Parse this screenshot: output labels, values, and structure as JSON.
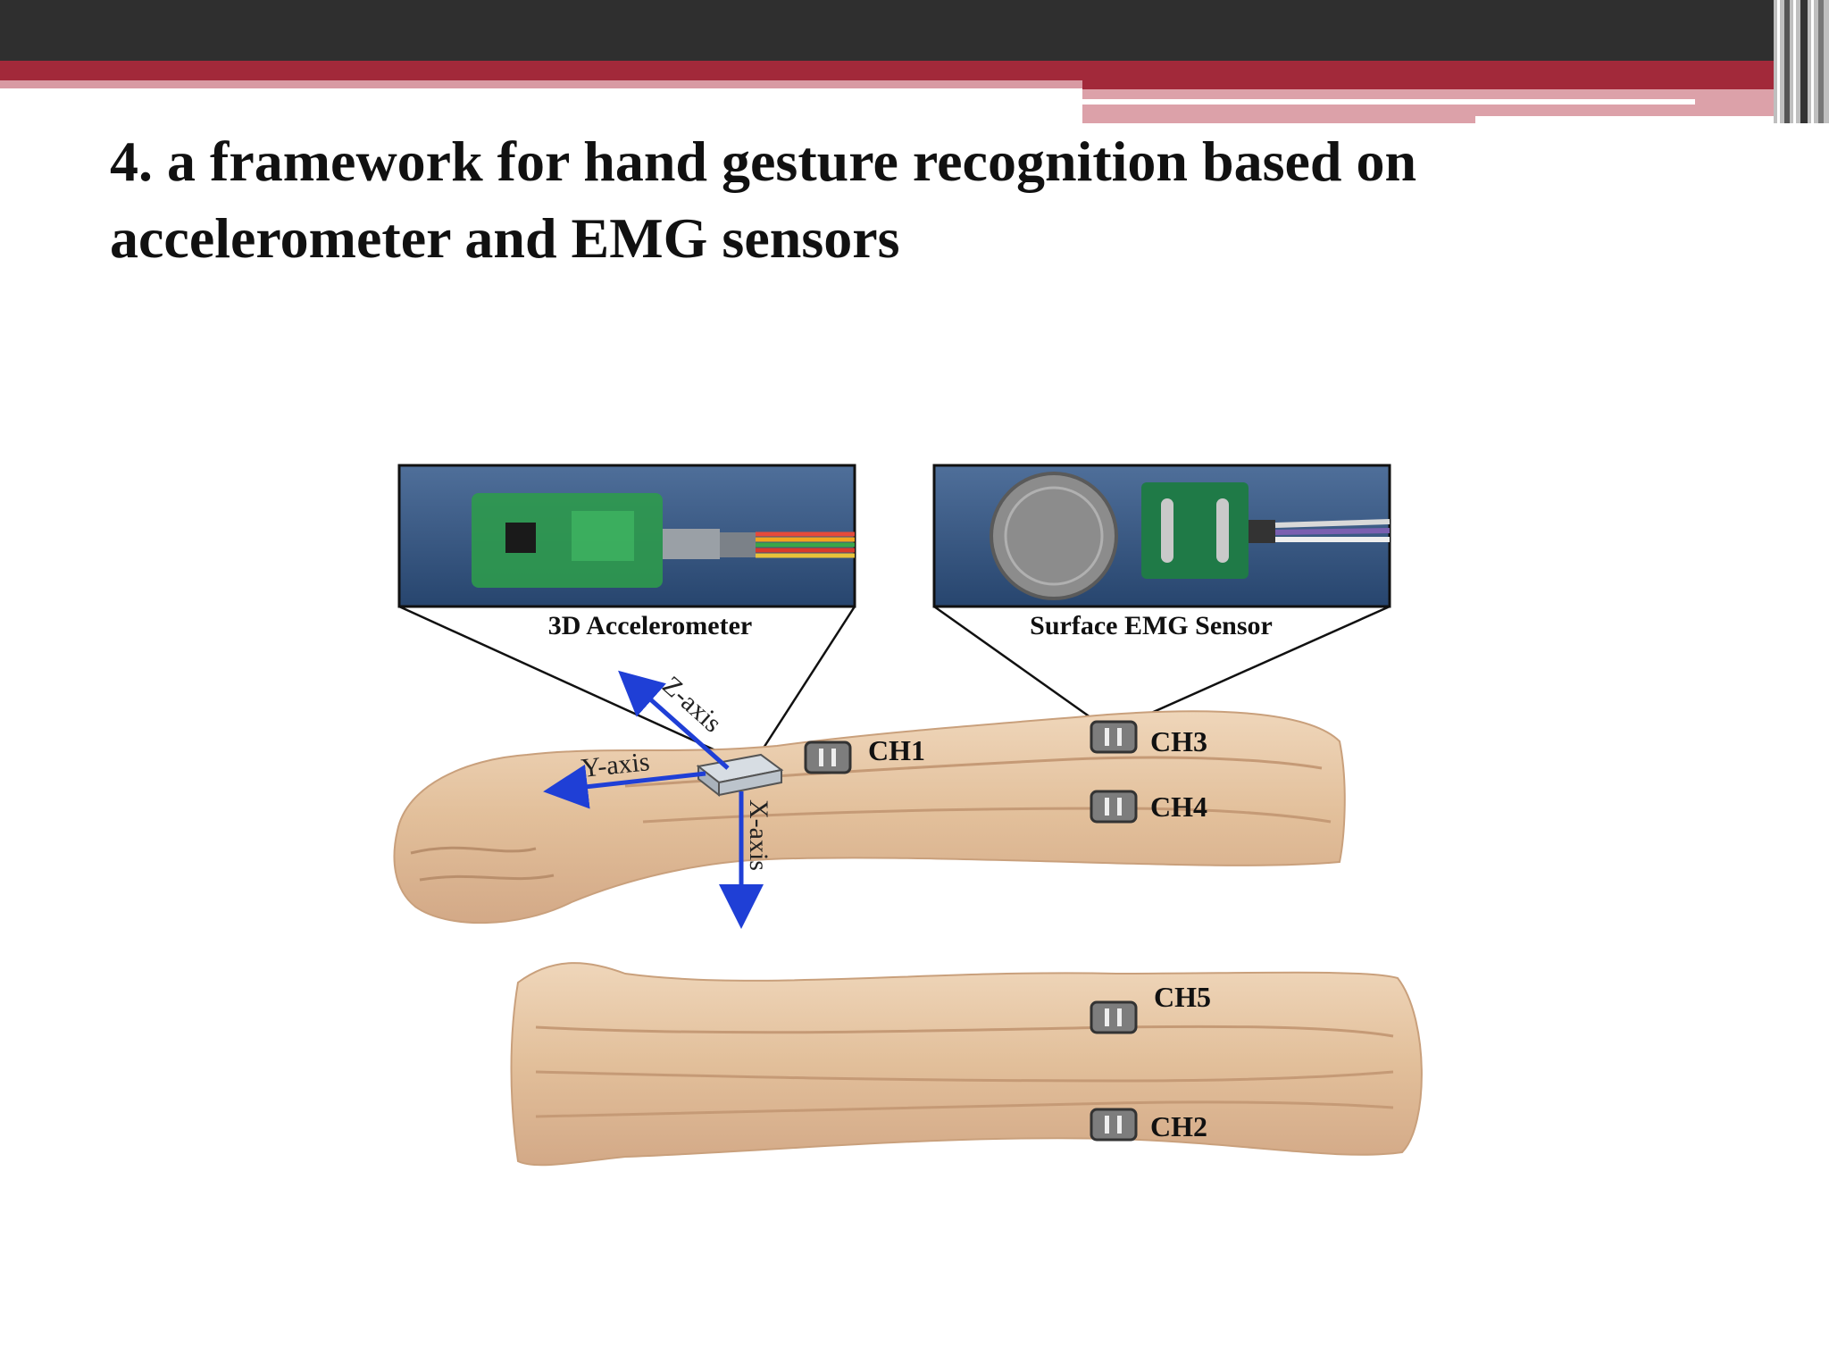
{
  "slide": {
    "title_line1": "4.  a framework for hand gesture recognition based on",
    "title_line2": "accelerometer and EMG sensors"
  },
  "figure": {
    "accelerometer_label": "3D Accelerometer",
    "emg_label": "Surface EMG Sensor",
    "axes": {
      "z": "Z-axis",
      "y": "Y-axis",
      "x": "X-axis"
    },
    "channels": {
      "ch1": "CH1",
      "ch2": "CH2",
      "ch3": "CH3",
      "ch4": "CH4",
      "ch5": "CH5"
    }
  },
  "colors": {
    "header_dark": "#2f2f2f",
    "accent_red": "#a2293a",
    "accent_pink": "#d89aa3",
    "axis_blue": "#1f3fd6",
    "skin": "#e8c9a8"
  }
}
